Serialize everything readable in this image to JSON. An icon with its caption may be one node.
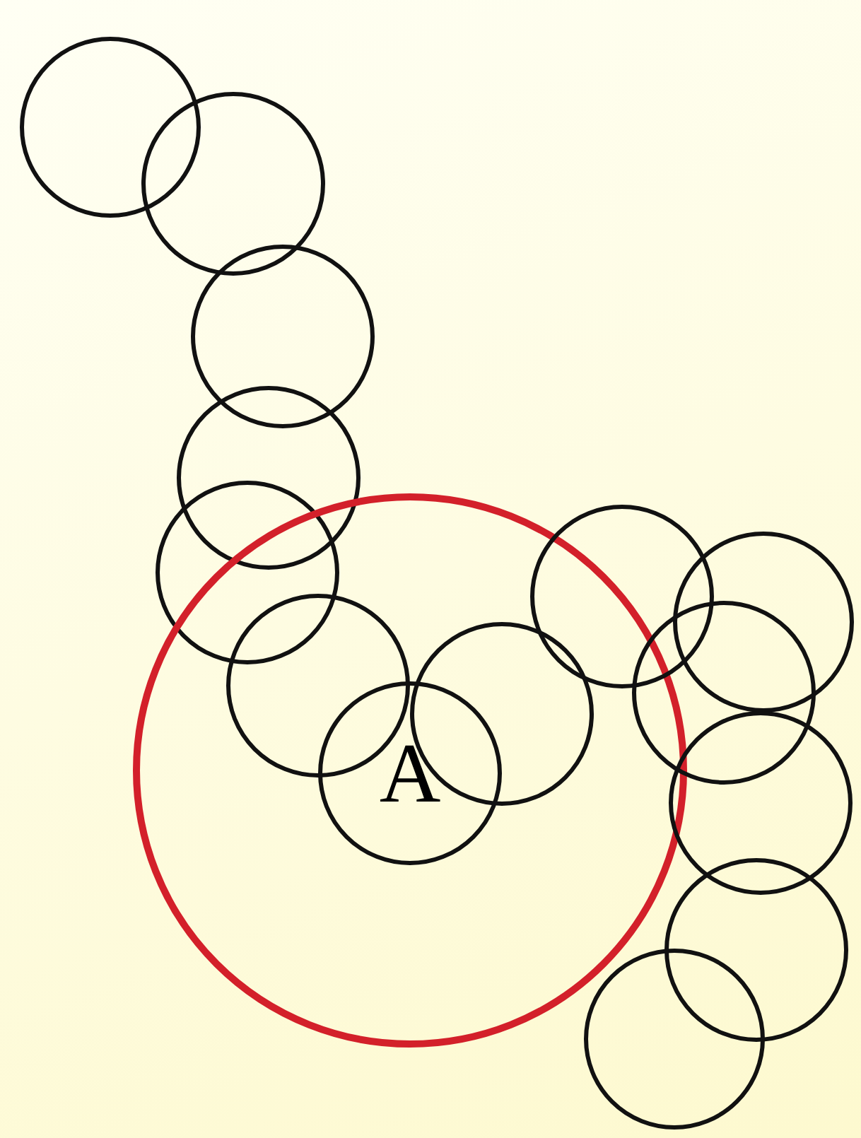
{
  "diagram": {
    "nodes": [
      {
        "text": [],
        "shape": "circle"
      },
      {
        "text": [],
        "shape": "circle"
      },
      {
        "text": [],
        "shape": "circle"
      },
      {
        "text": [],
        "shape": "circle"
      },
      {
        "text": [],
        "shape": "circle"
      },
      {
        "text": [],
        "shape": "circle"
      },
      {
        "text": [],
        "shape": "circle",
        "in": 5
      },
      {
        "text": [
          "A"
        ],
        "in": 5
      },
      {
        "text": [],
        "shape": "circle",
        "in": 5
      },
      {
        "text": [],
        "shape": "circle"
      },
      {
        "text": [],
        "shape": "circle"
      },
      {
        "text": [],
        "shape": "circle"
      },
      {
        "text": [],
        "shape": "circle"
      },
      {
        "text": [],
        "shape": "circle"
      },
      {
        "text": [],
        "shape": "circle"
      }
    ]
  }
}
